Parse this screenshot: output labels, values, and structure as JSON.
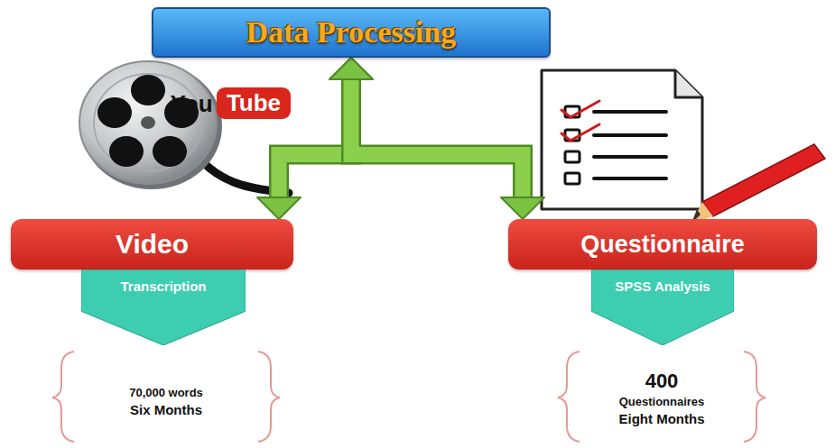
{
  "diagram": {
    "nodes": [
      {
        "text": [
          "Data Processing"
        ]
      },
      {
        "text": [
          "Video"
        ]
      },
      {
        "text": [
          "Transcription"
        ]
      },
      {
        "text": [
          "Questionnaire"
        ]
      },
      {
        "text": [
          "SPSS Analysis"
        ]
      }
    ],
    "edges": [
      {
        "from": 1,
        "to": 0,
        "arrow": "both"
      },
      {
        "from": 3,
        "to": 0,
        "arrow": "both"
      }
    ],
    "labels": [
      "You",
      "Tube",
      "70,000 words",
      "Six Months",
      "400",
      "Questionnaires",
      "Eight Months"
    ]
  }
}
